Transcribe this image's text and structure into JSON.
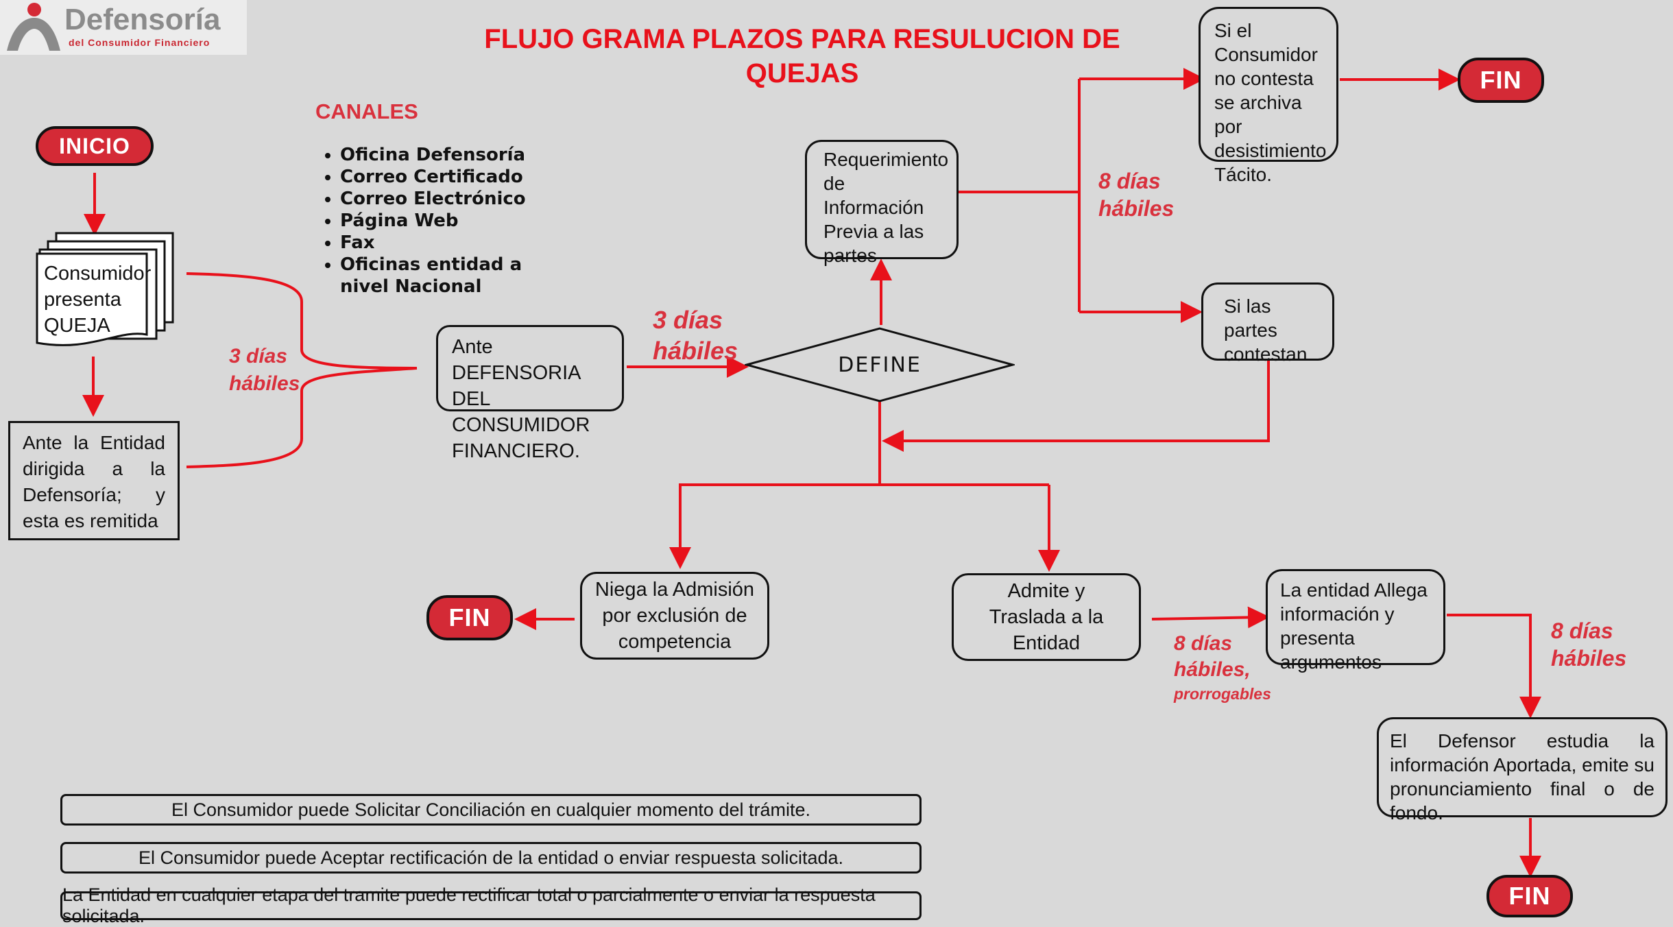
{
  "title": "FLUJO GRAMA PLAZOS PARA RESULUCION DE QUEJAS",
  "logo": {
    "name": "Defensoría",
    "sub": "del Consumidor Financiero"
  },
  "canales": {
    "heading": "CANALES",
    "items": [
      "Oficina Defensoría",
      "Correo Certificado",
      "Correo Electrónico",
      "Página Web",
      "Fax",
      "Oficinas entidad a nivel Nacional"
    ]
  },
  "nodes": {
    "inicio": "INICIO",
    "consumidor": "Consumidor presenta QUEJA",
    "entidad": "Ante la Entidad dirigida a la Defensoría; y esta es remitida",
    "defensoria": "Ante DEFENSORIA DEL CONSUMIDOR FINANCIERO.",
    "define": "DEFINE",
    "requerimiento": "Requerimiento de Información Previa a las partes",
    "desistimiento": "Si el Consumidor no contesta se archiva por desistimiento Tácito.",
    "contestan": "Si las partes contestan",
    "niega": "Niega la Admisión por exclusión de competencia",
    "admite": "Admite y Traslada a la Entidad",
    "allega": "La entidad Allega información y presenta argumentos",
    "defensor": "El Defensor estudia la información Aportada, emite su pronunciamiento final o de fondo.",
    "fin": "FIN"
  },
  "labels": {
    "dias3_left": "3 días hábiles",
    "dias3_mid": "3 días hábiles",
    "dias8_top": "8 días hábiles",
    "dias8_prorr_a": "8 días hábiles,",
    "dias8_prorr_b": "prorrogables",
    "dias8_right": "8 días hábiles"
  },
  "notes": [
    "El Consumidor puede Solicitar Conciliación en cualquier momento del trámite.",
    "El Consumidor puede Aceptar rectificación de la entidad o enviar respuesta solicitada.",
    "La Entidad en cualquier etapa del tramite puede rectificar total o parcialmente o enviar la respuesta solicitada."
  ],
  "colors": {
    "accent": "#d42a36",
    "line": "#e8111b",
    "background": "#d9d9d9"
  }
}
